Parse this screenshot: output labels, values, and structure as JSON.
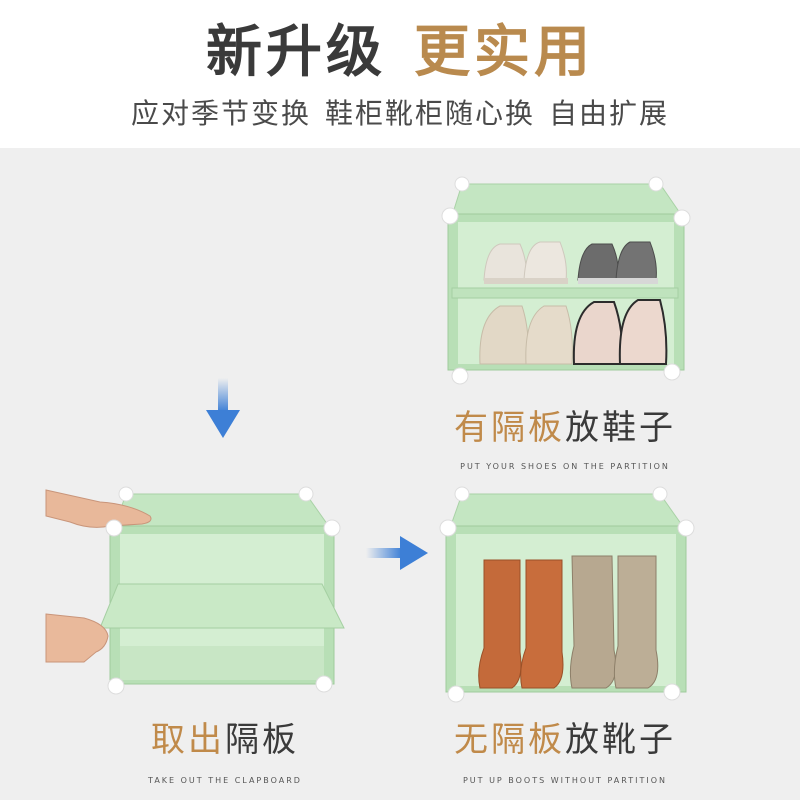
{
  "header": {
    "title_left": "新升级",
    "title_right": "更实用",
    "subtitle_parts": [
      "应对季节变换",
      "鞋柜靴柜随心换",
      "自由扩展"
    ]
  },
  "panels": {
    "shoes": {
      "caption_gold": "有隔板",
      "caption_dark": "放鞋子",
      "caption_en": "PUT YOUR SHOES ON THE PARTITION"
    },
    "remove": {
      "caption_gold": "取出",
      "caption_dark": "隔板",
      "caption_en": "TAKE OUT THE CLAPBOARD"
    },
    "boots": {
      "caption_gold": "无隔板",
      "caption_dark": "放靴子",
      "caption_en": "PUT UP BOOTS WITHOUT PARTITION"
    }
  },
  "colors": {
    "cabinet_green": "#bfe3bf",
    "cabinet_inner": "#d7efd5",
    "arrow_blue": "#3d7fd6",
    "accent_gold": "#c08a4a"
  },
  "icons": [
    "down-arrow-icon",
    "right-arrow-icon"
  ]
}
